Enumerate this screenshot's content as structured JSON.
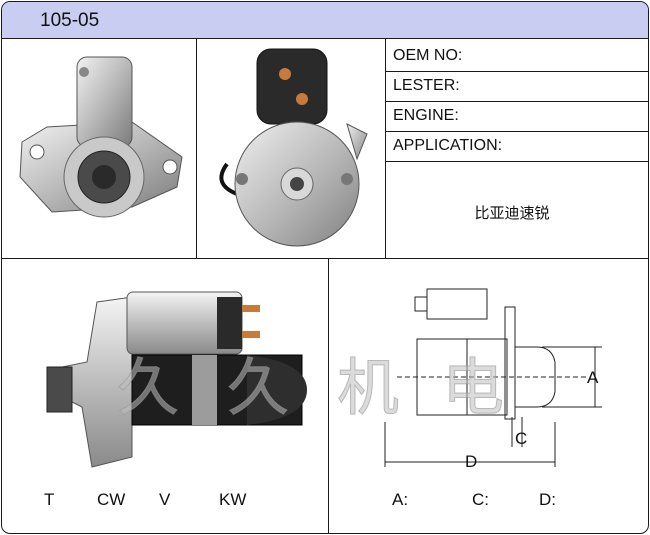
{
  "part": {
    "code": "105-05"
  },
  "specs": [
    {
      "label": "OEM NO:"
    },
    {
      "label": "LESTER:"
    },
    {
      "label": "ENGINE:"
    },
    {
      "label": "APPLICATION:"
    }
  ],
  "application_note": "比亚迪速锐",
  "bottom_left_labels": {
    "t": "T",
    "cw": "CW",
    "v": "V",
    "kw": "KW"
  },
  "bottom_right_labels": {
    "a": "A:",
    "c": "C:",
    "d": "D:"
  },
  "diagram_labels": {
    "a": "A",
    "c": "C",
    "d": "D"
  },
  "watermark": [
    "久",
    "久",
    "机",
    "电"
  ],
  "colors": {
    "header": "#c9cdf2",
    "border": "#1a1a1a"
  }
}
